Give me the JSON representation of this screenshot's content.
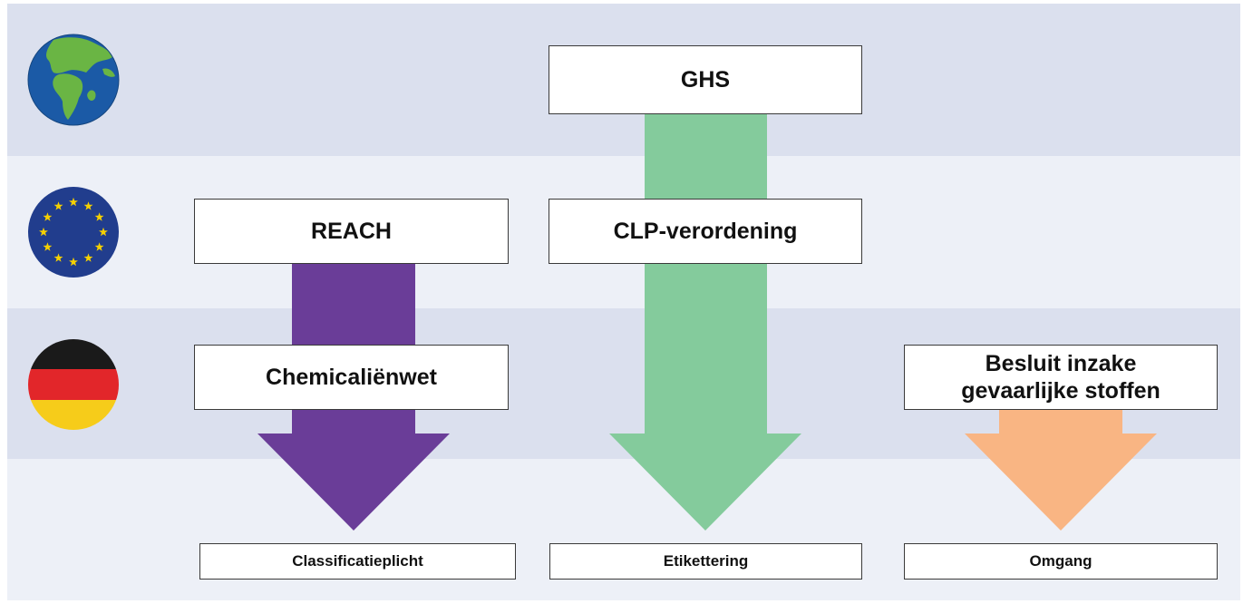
{
  "levels": {
    "global_icon": "globe-icon",
    "eu_icon": "eu-flag-icon",
    "de_icon": "germany-flag-icon"
  },
  "colors": {
    "band_dark": "#dbe0ee",
    "band_light": "#edf0f7",
    "purple_arrow": "#6a3d98",
    "green_arrow": "#84cb9c",
    "orange_arrow": "#f9b583",
    "eu_blue": "#213d8d",
    "eu_star": "#f6d000",
    "globe_ocean": "#1b5aa6",
    "globe_land": "#6ab544"
  },
  "boxes": {
    "ghs": "GHS",
    "reach": "REACH",
    "clp": "CLP-verordening",
    "chemicalienwet": "Chemicaliënwet",
    "besluit_line1": "Besluit inzake",
    "besluit_line2": "gevaarlijke stoffen"
  },
  "outcomes": {
    "classificatieplicht": "Classificatieplicht",
    "etikettering": "Etikettering",
    "omgang": "Omgang"
  }
}
